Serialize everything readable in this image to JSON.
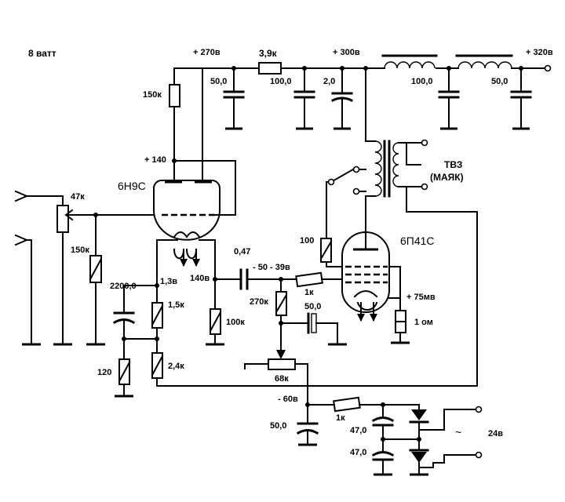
{
  "title": "8 ватт",
  "tubes": {
    "driver": "6Н9С",
    "output": "6П41С"
  },
  "transformer": {
    "name": "ТВЗ",
    "model": "(МАЯК)"
  },
  "voltages": {
    "b270": "+ 270в",
    "b300": "+ 300в",
    "b320": "+ 320в",
    "v140": "+ 140",
    "v13": "1,3в",
    "v140k": "140в",
    "grid_bias": "- 50 - 39в",
    "cathode": "+ 75мв",
    "neg60": "- 60в",
    "ac_in": "24в"
  },
  "components": {
    "r_3k9": "3,9к",
    "r_150k_plate": "150к",
    "r_47k": "47к",
    "r_150k_in": "150к",
    "c_2200": "2200,0",
    "r_1k5": "1,5к",
    "r_2k4": "2,4к",
    "r_120": "120",
    "r_100k": "100к",
    "c_047": "0,47",
    "r_270k": "270к",
    "c_50_grid": "50,0",
    "r_1k_grid": "1к",
    "r_100": "100",
    "r_1ohm": "1 ом",
    "r_68k": "68к",
    "c_50_a": "50,0",
    "c_100_a": "100,0",
    "c_2": "2,0",
    "c_100_b": "100,0",
    "c_50_b": "50,0",
    "c_50_neg": "50,0",
    "r_1k_neg": "1к",
    "c_47_a": "47,0",
    "c_47_b": "47,0"
  },
  "ac_symbol": "~"
}
